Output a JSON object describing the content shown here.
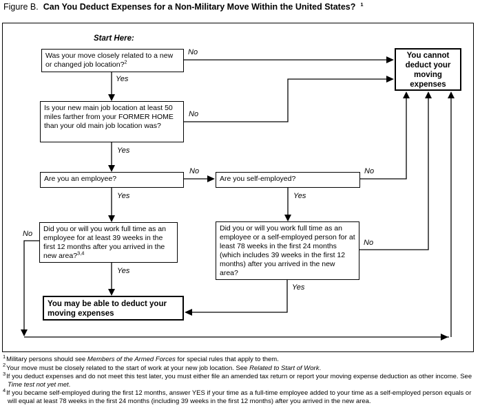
{
  "title": {
    "prefix": "Figure B.",
    "main": "Can You Deduct Expenses for a Non-Military Move Within the United States?",
    "sup": "1"
  },
  "labels": {
    "start_here": "Start Here:",
    "yes": "Yes",
    "no": "No"
  },
  "boxes": {
    "q1": {
      "text": "Was your move closely related to a new or changed job location?",
      "sup": "2"
    },
    "q2": {
      "text": "Is your new main job location at least 50 miles farther from your FORMER HOME than your old main job location was?"
    },
    "q3": {
      "text": "Are you an employee?"
    },
    "q4": {
      "text": "Are you self-employed?"
    },
    "q5": {
      "text": "Did you or will you work full time as an employee for at least 39 weeks in the first 12 months after you arrived in the new area?",
      "sup": "3,4"
    },
    "q6": {
      "text": "Did you or will you work full time as an employee or a self-employed person for at least 78 weeks in the first 24 months (which includes 39 weeks in the first 12 months) after you arrived in the new area?"
    },
    "result_cannot": {
      "text": "You cannot deduct your moving expenses"
    },
    "result_may": {
      "text": "You may be able to deduct your moving expenses"
    }
  },
  "footnotes": [
    {
      "num": "1",
      "pre": "Military persons should see ",
      "italic": "Members of the Armed Forces",
      "post": " for special rules that apply to them."
    },
    {
      "num": "2",
      "pre": "Your move must be closely related to the start of work at your new job location. See ",
      "italic": "Related to Start of Work",
      "post": "."
    },
    {
      "num": "3",
      "pre": "If you deduct expenses and do not meet this test later, you must either file an amended tax return or report your moving expense deduction as other income. See ",
      "italic": "Time test not yet met",
      "post": "."
    },
    {
      "num": "4",
      "pre": "If you became self-employed during the first 12 months, answer YES if your time as a full-time employee added to your time as a self-employed person equals or will equal at least 78 weeks in the first 24 months (including 39 weeks in the first 12 months) after you arrived in the new area.",
      "italic": "",
      "post": ""
    }
  ],
  "colors": {
    "ink": "#000000",
    "background": "#ffffff"
  }
}
